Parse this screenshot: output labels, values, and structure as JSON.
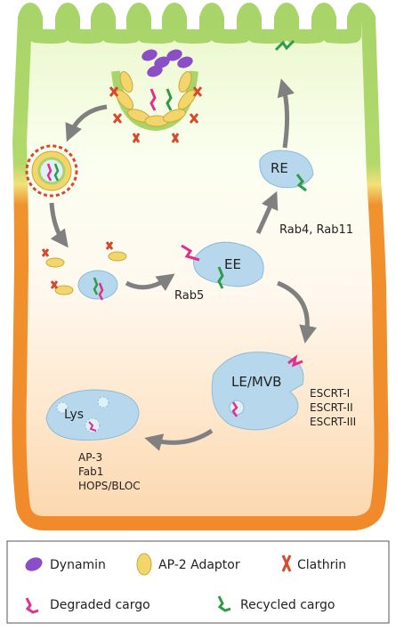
{
  "labels": {
    "re": "RE",
    "rab4_rab11": "Rab4, Rab11",
    "ee": "EE",
    "rab5": "Rab5",
    "le_mvb": "LE/MVB",
    "escrt1": "ESCRT-I",
    "escrt2": "ESCRT-II",
    "escrt3": "ESCRT-III",
    "lys": "Lys",
    "ap3": "AP-3",
    "fab1": "Fab1",
    "hops_bloc": "HOPS/BLOC"
  },
  "legend": {
    "dynamin": "Dynamin",
    "ap2": "AP-2 Adaptor",
    "clathrin": "Clathrin",
    "degraded": "Degraded cargo",
    "recycled": "Recycled cargo"
  },
  "colors": {
    "membrane_top": "#a8d46a",
    "membrane_bottom": "#f0922e",
    "vesicle": "#b7d8ec",
    "dynamin": "#8a4fc6",
    "ap2": "#f3d66b",
    "clathrin": "#d8482a",
    "degraded_cargo": "#e0308c",
    "recycled_cargo": "#2f9a48",
    "arrow": "#808080"
  }
}
